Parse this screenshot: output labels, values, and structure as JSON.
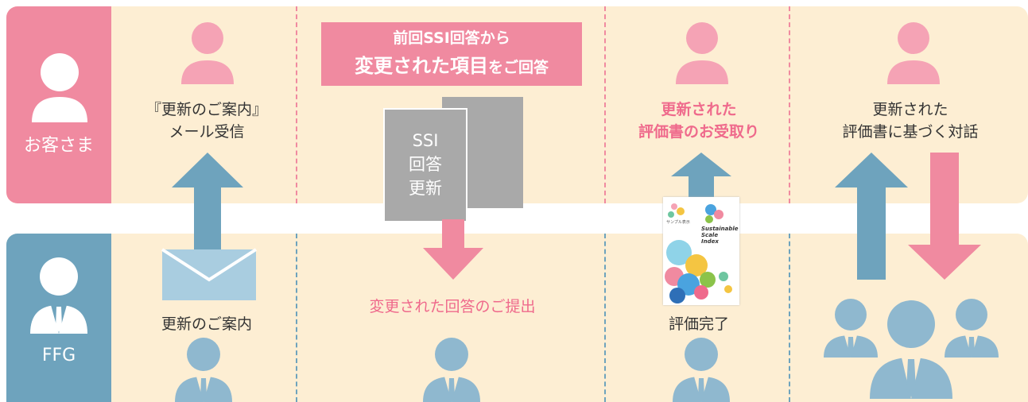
{
  "rows": {
    "customer": {
      "label": "お客さま",
      "color": "#f08aa0"
    },
    "ffg": {
      "label": "FFG",
      "color": "#6ea3bd"
    }
  },
  "columns": {
    "notice": {
      "customer_text": "『更新のご案内』\nメール受信",
      "ffg_text": "更新のご案内"
    },
    "answer": {
      "banner_line1": "前回SSI回答から",
      "banner_line2_bold": "変更された項目",
      "banner_line2_rest": "をご回答",
      "doc_text": "SSI\n回答\n更新",
      "ffg_text": "変更された回答のご提出"
    },
    "receive": {
      "customer_text": "更新された\n評価書のお受取り",
      "ffg_text": "評価完了",
      "booklet": {
        "small_label": "サンプル表示",
        "title": "Sustainable\nScale\nIndex"
      }
    },
    "dialogue": {
      "customer_text": "更新された\n評価書に基づく対話"
    }
  },
  "colors": {
    "background_band": "#fdeed3",
    "pink_arrow": "#f08aa0",
    "blue_arrow": "#6ea3bd",
    "pink_text": "#ef6a8c",
    "banner": "#f08aa0",
    "doc_gray": "#a9a9a9",
    "person_pink": "#f5a3b5",
    "person_blue": "#8fb8cf",
    "envelope": "#a9cde0"
  },
  "icons": [
    "person-icon",
    "businessman-icon",
    "envelope-icon",
    "document-icon",
    "booklet-icon",
    "group-icon"
  ]
}
